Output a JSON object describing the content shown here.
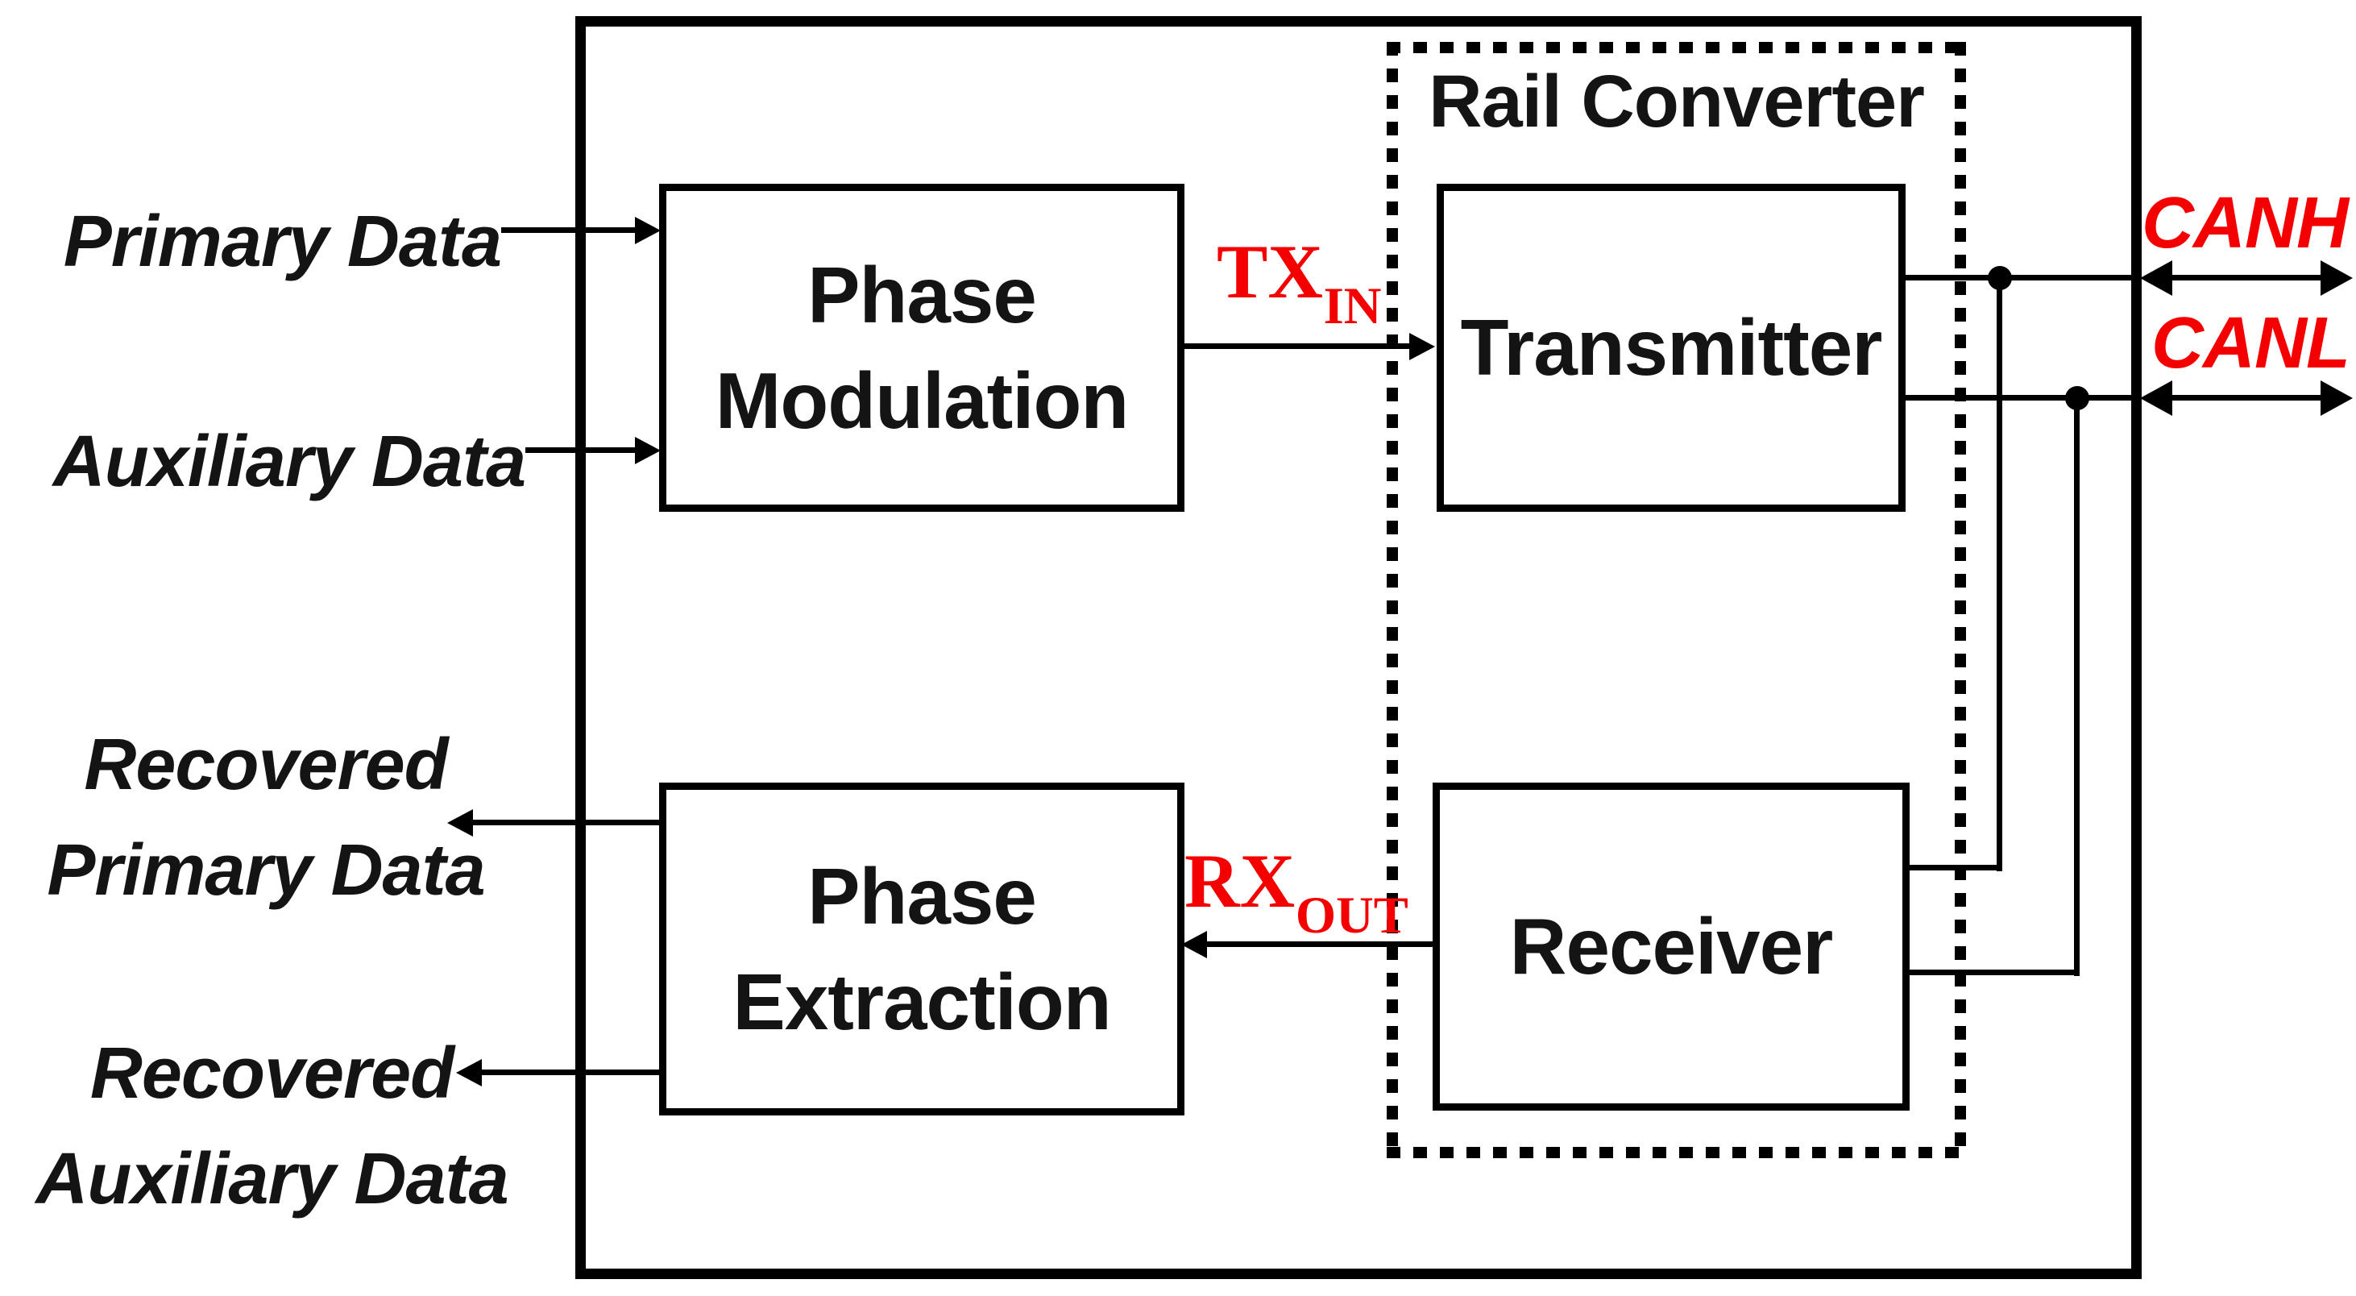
{
  "colors": {
    "accent_red": "#f40000",
    "line_black": "#000000",
    "background": "#ffffff"
  },
  "blocks": {
    "rail_converter": {
      "label": "Rail Converter"
    },
    "phase_modulation": {
      "line1": "Phase",
      "line2": "Modulation"
    },
    "phase_extraction": {
      "line1": "Phase",
      "line2": "Extraction"
    },
    "transmitter": {
      "label": "Transmitter"
    },
    "receiver": {
      "label": "Receiver"
    }
  },
  "inputs": {
    "primary_data": "Primary Data",
    "auxiliary_data": "Auxiliary Data"
  },
  "outputs": {
    "recovered_primary": {
      "line1": "Recovered",
      "line2": "Primary Data"
    },
    "recovered_auxiliary": {
      "line1": "Recovered",
      "line2": "Auxiliary Data"
    }
  },
  "signals": {
    "tx_in": {
      "base": "TX",
      "sub": "IN"
    },
    "rx_out": {
      "base": "RX",
      "sub": "OUT"
    },
    "canh": "CANH",
    "canl": "CANL"
  }
}
